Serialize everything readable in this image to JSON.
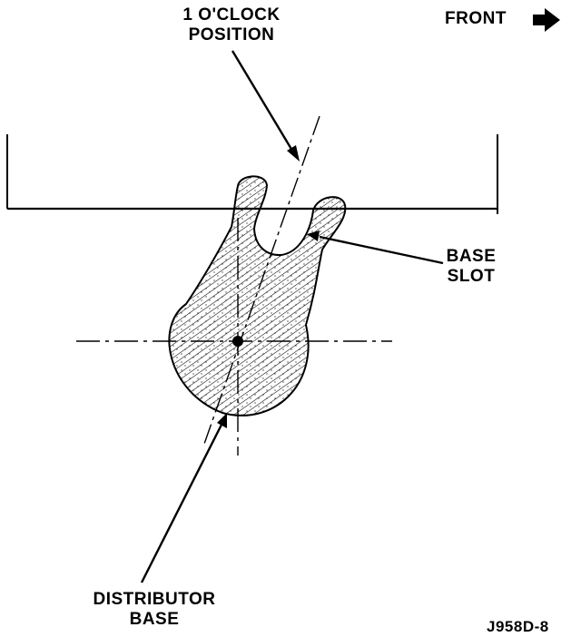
{
  "labels": {
    "clock_line1": "1 O'CLOCK",
    "clock_line2": "POSITION",
    "front": "FRONT",
    "base_slot_line1": "BASE",
    "base_slot_line2": "SLOT",
    "distributor_line1": "DISTRIBUTOR",
    "distributor_line2": "BASE",
    "figure_id": "J958D-8"
  },
  "icons": {
    "front_arrow": "arrow-right-icon"
  },
  "colors": {
    "ink": "#000000",
    "background": "#ffffff"
  }
}
